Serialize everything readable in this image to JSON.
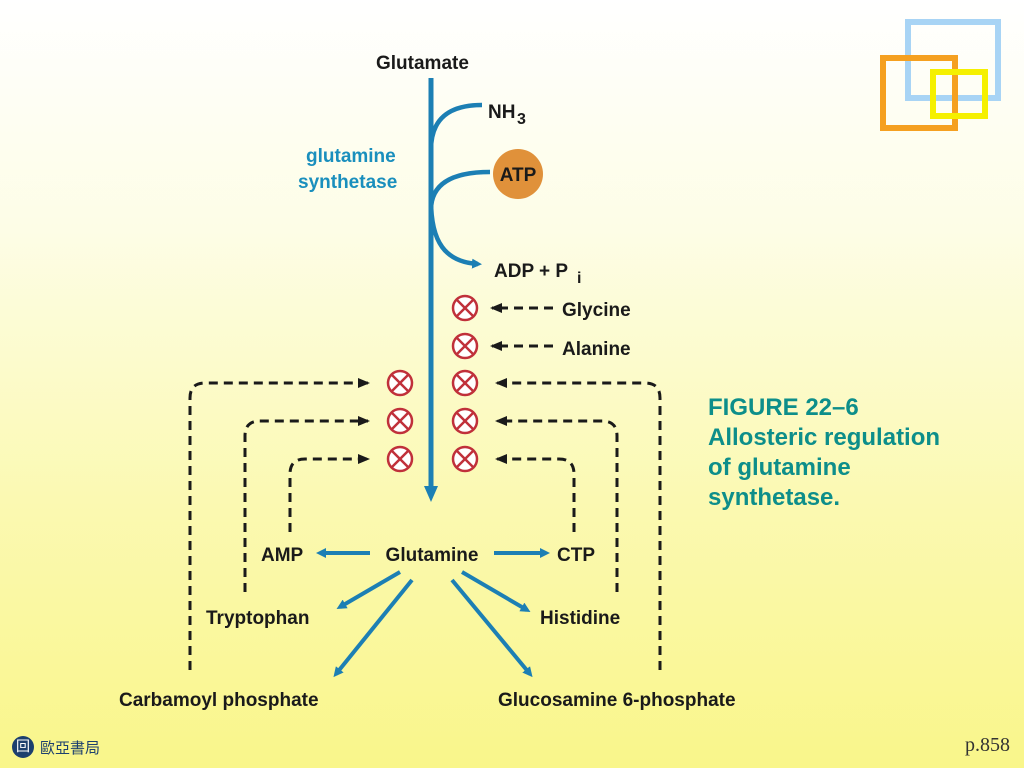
{
  "diagram": {
    "substrate": "Glutamate",
    "enzyme_line1": "glutamine",
    "enzyme_line2": "synthetase",
    "cosubstrate_nh3": "NH",
    "cosubstrate_nh3_sub": "3",
    "atp": "ATP",
    "products_adp": "ADP + P",
    "products_pi_sub": "i",
    "inhibitors_direct": [
      "Glycine",
      "Alanine"
    ],
    "product": "Glutamine",
    "end_products": {
      "amp": "AMP",
      "ctp": "CTP",
      "tryptophan": "Tryptophan",
      "histidine": "Histidine",
      "carbamoyl_phosphate": "Carbamoyl phosphate",
      "glucosamine": "Glucosamine 6-phosphate"
    },
    "inhibition_symbol_count": 8
  },
  "caption": {
    "line1": "FIGURE 22–6",
    "line2": "Allosteric regulation",
    "line3": "of glutamine",
    "line4": "synthetase."
  },
  "footer": {
    "publisher": "歐亞書局",
    "page": "p.858"
  },
  "colors": {
    "arrow_blue": "#1c7fb4",
    "enzyme_text": "#1a8fbd",
    "atp_fill": "#e0913a",
    "inhibit_red": "#c0303a",
    "caption_teal": "#0d8e8a",
    "deco_blue": "#a8d4f5",
    "deco_orange": "#f5a020",
    "deco_yellow": "#f5f000"
  }
}
